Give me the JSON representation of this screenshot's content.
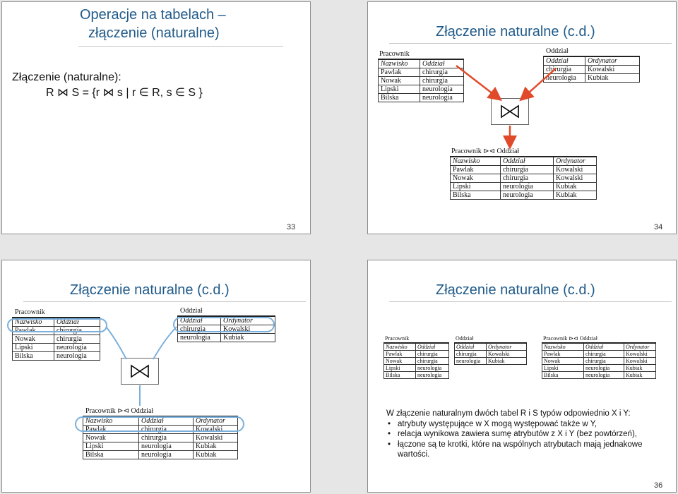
{
  "headers": [
    "Nazwisko",
    "Oddział",
    "Ordynator"
  ],
  "captions": {
    "pracownik": "Pracownik",
    "oddzial": "Oddział",
    "joined": "Pracownik ⊳⊲ Oddział"
  },
  "pracownik_rows": [
    [
      "Pawlak",
      "chirurgia"
    ],
    [
      "Nowak",
      "chirurgia"
    ],
    [
      "Lipski",
      "neurologia"
    ],
    [
      "Bilska",
      "neurologia"
    ]
  ],
  "oddzial_rows": [
    [
      "chirurgia",
      "Kowalski"
    ],
    [
      "neurologia",
      "Kubiak"
    ]
  ],
  "joined_rows": [
    [
      "Pawlak",
      "chirurgia",
      "Kowalski"
    ],
    [
      "Nowak",
      "chirurgia",
      "Kowalski"
    ],
    [
      "Lipski",
      "neurologia",
      "Kubiak"
    ],
    [
      "Bilska",
      "neurologia",
      "Kubiak"
    ]
  ],
  "slide33": {
    "title_line1": "Operacje na tabelach –",
    "title_line2": "złączenie (naturalne)",
    "def_line1": "Złączenie (naturalne):",
    "def_line2": "R ⋈ S = {r ⋈ s | r ∈ R, s ∈ S }",
    "page": "33"
  },
  "slide34": {
    "title": "Złączenie naturalne (c.d.)",
    "page": "34"
  },
  "slide35": {
    "title": "Złączenie naturalne (c.d.)"
  },
  "slide36": {
    "title": "Złączenie naturalne (c.d.)",
    "intro": "W złączenie naturalnym dwóch tabel R i S typów odpowiednio X i Y:",
    "bullets": [
      "atrybuty występujące w X mogą występować także w Y,",
      "relacja wynikowa zawiera sumę atrybutów z X i Y (bez powtórzeń),",
      "łączone są te krotki, które na wspólnych atrybutach mają jednakowe wartości."
    ],
    "page": "36"
  },
  "colors": {
    "title": "#1f5a8a",
    "arrow": "#e04a2a",
    "highlight": "#7ab0dd"
  },
  "icons": {
    "join": "bowtie-join-icon"
  }
}
